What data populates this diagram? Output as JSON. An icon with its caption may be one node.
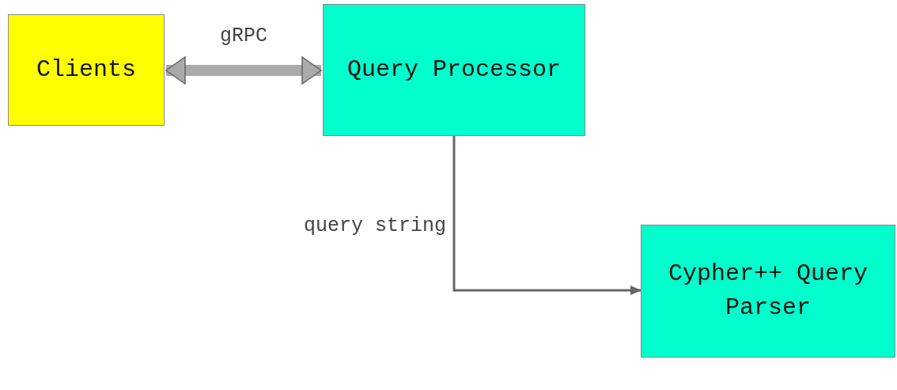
{
  "diagram": {
    "nodes": [
      {
        "text": [
          "Clients"
        ]
      },
      {
        "text": [
          "Query Processor"
        ]
      },
      {
        "text": [
          "Cypher++ Query Parser"
        ]
      }
    ],
    "edges": [
      {
        "from": 0,
        "to": 1,
        "arrow": "both",
        "label": "gRPC",
        "style": "thick",
        "color": "#aaaaaa"
      },
      {
        "from": 1,
        "to": 2,
        "arrow": "to",
        "label": "query string"
      }
    ]
  }
}
